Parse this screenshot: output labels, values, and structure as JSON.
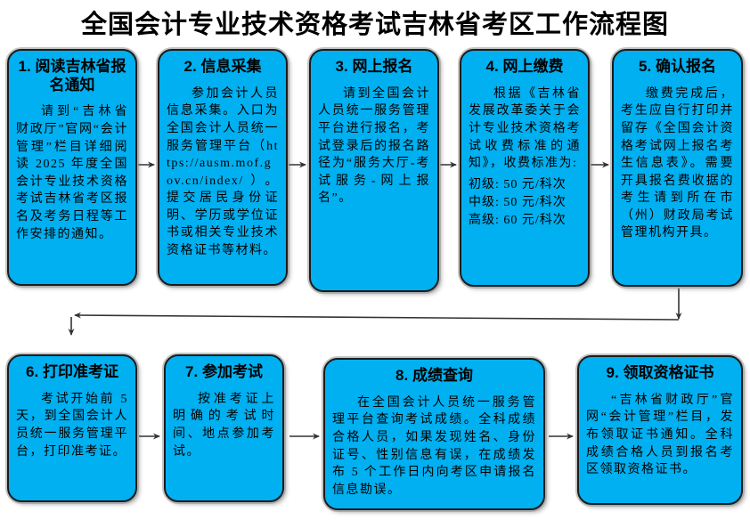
{
  "title": "全国会计专业技术资格考试吉林省考区工作流程图",
  "colors": {
    "box_fill": "#00B0F0",
    "box_border": "#1c1c1c",
    "arrow": "#333333",
    "title_text": "#000000",
    "background": "#ffffff"
  },
  "boxes": [
    {
      "heading": "1. 阅读吉林省报名通知",
      "body": "请到“吉林省财政厅”官网“会计管理”栏目详细阅读 2025 年度全国会计专业技术资格考试吉林省考区报名及考务日程等工作安排的通知。"
    },
    {
      "heading": "2. 信息采集",
      "body": "参加会计人员信息采集。入口为全国会计人员统一服务管理平台（https://ausm.mof.gov.cn/index/）。提交居民身份证明、学历或学位证书或相关专业技术资格证书等材料。"
    },
    {
      "heading": "3. 网上报名",
      "body": "请到全国会计人员统一服务管理平台进行报名，考试登录后的报名路径为“服务大厅-考试服务-网上报名”。"
    },
    {
      "heading": "4. 网上缴费",
      "body": "根据《吉林省发展改革委关于会计专业技术资格考试收费标准的通知》，收费标准为:",
      "fees": [
        "初级: 50 元/科次",
        "中级: 50 元/科次",
        "高级: 60 元/科次"
      ]
    },
    {
      "heading": "5. 确认报名",
      "body": "缴费完成后，考生应自行打印并留存《全国会计资格考试网上报名考生信息表》。需要开具报名费收据的考生请到所在市（州）财政局考试管理机构开具。"
    },
    {
      "heading": "6. 打印准考证",
      "body": "考试开始前 5 天，到全国会计人员统一服务管理平台，打印准考证。"
    },
    {
      "heading": "7. 参加考试",
      "body": "按准考证上明确的考试时间、地点参加考试。"
    },
    {
      "heading": "8. 成绩查询",
      "body": "在全国会计人员统一服务管理平台查询考试成绩。全科成绩合格人员，如果发现姓名、身份证号、性别信息有误，在成绩发布 5 个工作日内向考区申请报名信息勘误。"
    },
    {
      "heading": "9. 领取资格证书",
      "body": "“吉林省财政厅”官网“会计管理”栏目，发布领取证书通知。全科成绩合格人员到报名考区领取资格证书。"
    }
  ]
}
